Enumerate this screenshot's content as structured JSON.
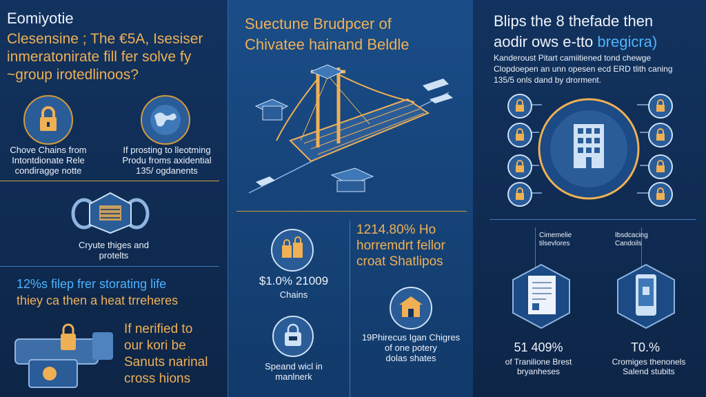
{
  "col1": {
    "title": "Eomiyotie",
    "subtitle_lines": [
      "Clesensine ; The €5A, Isesiser",
      "inmeratonirate fill fer solve fy",
      "~group irotedlinoos?"
    ],
    "item1": [
      "Chove Chains from",
      "Intontdionate Rele",
      "condiragge notte"
    ],
    "item2": [
      "If prosting to lleotming",
      "Produ froms axidential",
      "135/ ogdanents"
    ],
    "item3": [
      "Cryute thiges and",
      "protelts"
    ],
    "stat_lines": [
      "12%s filep frer storating life",
      "thiey ca then a heat trreheres"
    ],
    "bottom_lines": [
      "If nerified to",
      "our kori be",
      "Sanuts narinal",
      "cross hions"
    ]
  },
  "col2": {
    "title_lines": [
      "Suectune Brudpcer of",
      "Chivatee hainand Beldle"
    ],
    "stat_left_value": "$1.0% 21009",
    "stat_left_label": "Chains",
    "bottom_left": [
      "Speand wicl in",
      "manlnerk"
    ],
    "stat_right_lines": [
      "1214.80% Ho",
      "horremdrt fellor",
      "croat Shatlipos"
    ],
    "bottom_right": [
      "19Phirecus Igan Chigres",
      "of one potery",
      "dolas shates"
    ]
  },
  "col3": {
    "title_lines": [
      "Blips the 8 thefade then",
      "aodir ows e-tto"
    ],
    "title_highlight": "bregicra)",
    "desc_lines": [
      "Kanderoust Pitart camiitiened tond chewge",
      "Clopdoepen an unn opesen ecd ERD tlith caning",
      "135/5 onls dand by drorment."
    ],
    "label_left": [
      "Cimemelie",
      "tilsevlores"
    ],
    "label_right": [
      "Ibsdcacing",
      "Candoils"
    ],
    "stat_left_value": "51 409%",
    "stat_left_label": [
      "of Tranilione Brest",
      "bryanheses"
    ],
    "stat_right_value": "T0.%",
    "stat_right_label": [
      "Cromiges thenonels",
      "Salend stubits"
    ]
  },
  "colors": {
    "orange": "#f0b054",
    "blue": "#4fb3ff",
    "panel": "#12335f",
    "panel_mid": "#1a4d88"
  }
}
